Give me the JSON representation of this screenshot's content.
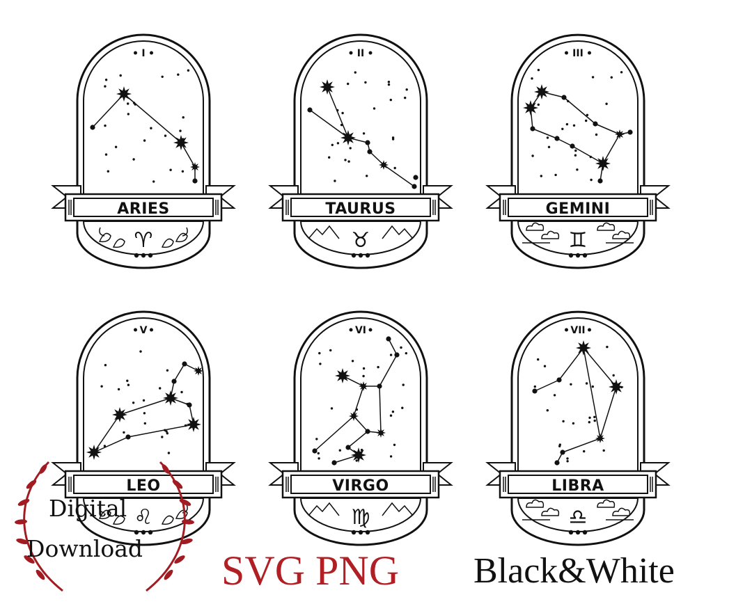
{
  "signs": [
    {
      "numeral": "I",
      "name": "ARIES",
      "glyph": "♈",
      "theme": "leaves"
    },
    {
      "numeral": "II",
      "name": "TAURUS",
      "glyph": "♉",
      "theme": "mountains"
    },
    {
      "numeral": "III",
      "name": "GEMINI",
      "glyph": "♊",
      "theme": "clouds"
    },
    {
      "numeral": "V",
      "name": "LEO",
      "glyph": "♌",
      "theme": "leaves"
    },
    {
      "numeral": "VI",
      "name": "VIRGO",
      "glyph": "♍",
      "theme": "mountains"
    },
    {
      "numeral": "VII",
      "name": "LIBRA",
      "glyph": "♎",
      "theme": "clouds"
    }
  ],
  "badge": {
    "line1": "Digital",
    "line2": "Download"
  },
  "formats": "SVG PNG",
  "color_mode": "Black&White",
  "colors": {
    "ink": "#111111",
    "accent": "#b01f24",
    "background": "#ffffff"
  }
}
